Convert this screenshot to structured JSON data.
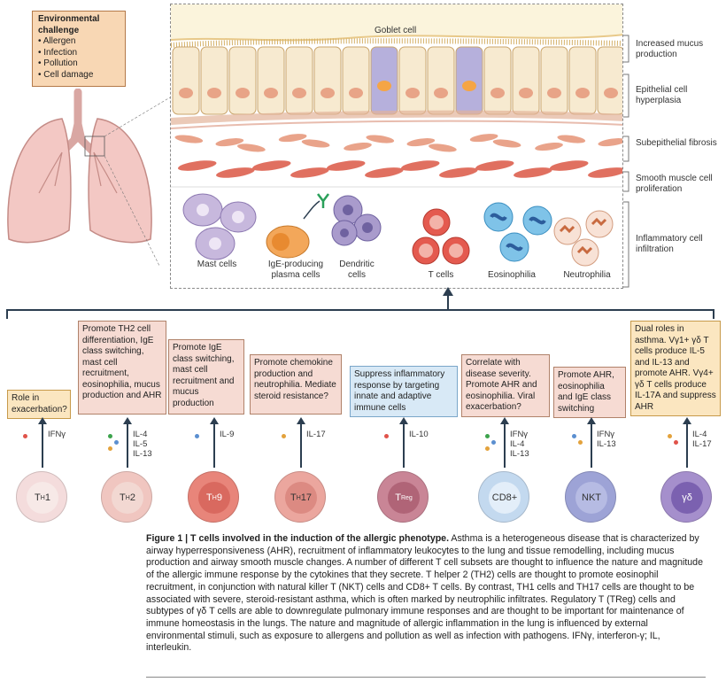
{
  "environment": {
    "title": "Environmental challenge",
    "items": [
      "Allergen",
      "Infection",
      "Pollution",
      "Cell damage"
    ]
  },
  "tissue": {
    "goblet_label": "Goblet cell",
    "right_labels": [
      "Increased mucus production",
      "Epithelial cell hyperplasia",
      "Subepithelial fibrosis",
      "Smooth muscle cell proliferation",
      "Inflammatory cell infiltration"
    ],
    "cells": {
      "mast": "Mast cells",
      "plasma": "IgE-producing plasma cells",
      "dendritic": "Dendritic cells",
      "t": "T cells",
      "eos": "Eosinophilia",
      "neut": "Neutrophilia"
    }
  },
  "subsets": [
    {
      "id": "th1",
      "label": "TH1",
      "sub": "H",
      "main": "T",
      "num": "1",
      "box": "Role in exacerbation?",
      "cytokines": [
        "IFNγ"
      ],
      "color": "#f4dcdc",
      "nuc": "#f7e9e7"
    },
    {
      "id": "th2",
      "label": "TH2",
      "sub": "H",
      "main": "T",
      "num": "2",
      "box": "Promote TH2 cell differentiation, IgE class switching, mast cell recruitment, eosinophilia, mucus production and AHR",
      "cytokines": [
        "IL-4",
        "IL-5",
        "IL-13"
      ],
      "color": "#f0c6c0",
      "nuc": "#f2d8d2"
    },
    {
      "id": "th9",
      "label": "TH9",
      "sub": "H",
      "main": "T",
      "num": "9",
      "box": "Promote IgE class switching, mast cell recruitment and mucus production",
      "cytokines": [
        "IL-9"
      ],
      "color": "#e8857a",
      "nuc": "#d9695f"
    },
    {
      "id": "th17",
      "label": "TH17",
      "sub": "H",
      "main": "T",
      "num": "17",
      "box": "Promote chemokine production and neutrophilia. Mediate steroid resistance?",
      "cytokines": [
        "IL-17"
      ],
      "color": "#eba69e",
      "nuc": "#dc8a82"
    },
    {
      "id": "treg",
      "label": "TReg",
      "sub": "Reg",
      "main": "T",
      "num": "",
      "box": "Suppress inflammatory response by targeting innate and adaptive immune cells",
      "cytokines": [
        "IL-10"
      ],
      "color": "#c98596",
      "nuc": "#b06477"
    },
    {
      "id": "cd8",
      "label": "CD8+",
      "box": "Correlate with disease severity. Promote AHR and eosinophilia. Viral exacerbation?",
      "cytokines": [
        "IFNγ",
        "IL-4",
        "IL-13"
      ],
      "color": "#c3d9ef",
      "nuc": "#e3eef9"
    },
    {
      "id": "nkt",
      "label": "NKT",
      "box": "Promote AHR, eosinophilia and IgE class switching",
      "cytokines": [
        "IFNγ",
        "IL-13"
      ],
      "color": "#9da3d6",
      "nuc": "#b6bbe3"
    },
    {
      "id": "gd",
      "label": "γδ",
      "box": "Dual roles in asthma. Vγ1+ γδ T cells produce IL-5 and IL-13 and promote AHR. Vγ4+ γδ T cells produce IL-17A and suppress AHR",
      "cytokines": [
        "IL-4",
        "IL-17"
      ],
      "color": "#a58fcc",
      "nuc": "#7b61b0"
    }
  ],
  "caption": {
    "lead": "Figure 1 | T cells involved in the induction of the allergic phenotype.",
    "body": "Asthma is a heterogeneous disease that is characterized by airway hyperresponsiveness (AHR), recruitment of inflammatory leukocytes to the lung and tissue remodelling, including mucus production and airway smooth muscle changes. A number of different T cell subsets are thought to influence the nature and magnitude of the allergic immune response by the cytokines that they secrete. T helper 2 (TH2) cells are thought to promote eosinophil recruitment, in conjunction with natural killer T (NKT) cells and CD8+ T cells. By contrast, TH1 cells and TH17 cells are thought to be associated with severe, steroid-resistant asthma, which is often marked by neutrophilic infiltrates. Regulatory T (TReg) cells and subtypes of γδ T cells are able to downregulate pulmonary immune responses and are thought to be important for maintenance of immune homeostasis in the lungs. The nature and magnitude of allergic inflammation in the lung is influenced by external environmental stimuli, such as exposure to allergens and pollution as well as infection with pathogens. IFNγ, interferon-γ; IL, interleukin."
  }
}
